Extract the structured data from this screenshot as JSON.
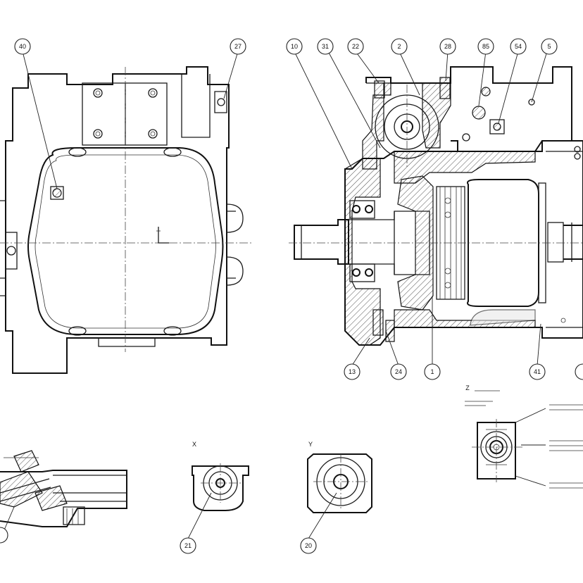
{
  "balloons": [
    {
      "id": "b-40",
      "label": "40"
    },
    {
      "id": "b-27",
      "label": "27"
    },
    {
      "id": "b-10",
      "label": "10"
    },
    {
      "id": "b-31",
      "label": "31"
    },
    {
      "id": "b-22",
      "label": "22"
    },
    {
      "id": "b-2",
      "label": "2"
    },
    {
      "id": "b-28",
      "label": "28"
    },
    {
      "id": "b-85",
      "label": "85"
    },
    {
      "id": "b-54",
      "label": "54"
    },
    {
      "id": "b-5",
      "label": "5"
    },
    {
      "id": "b-13",
      "label": "13"
    },
    {
      "id": "b-24",
      "label": "24"
    },
    {
      "id": "b-1",
      "label": "1"
    },
    {
      "id": "b-41",
      "label": "41"
    },
    {
      "id": "b-21",
      "label": "21"
    },
    {
      "id": "b-20",
      "label": "20"
    }
  ],
  "views": {
    "x_label": "X",
    "y_label": "Y",
    "z_label": "Z"
  }
}
